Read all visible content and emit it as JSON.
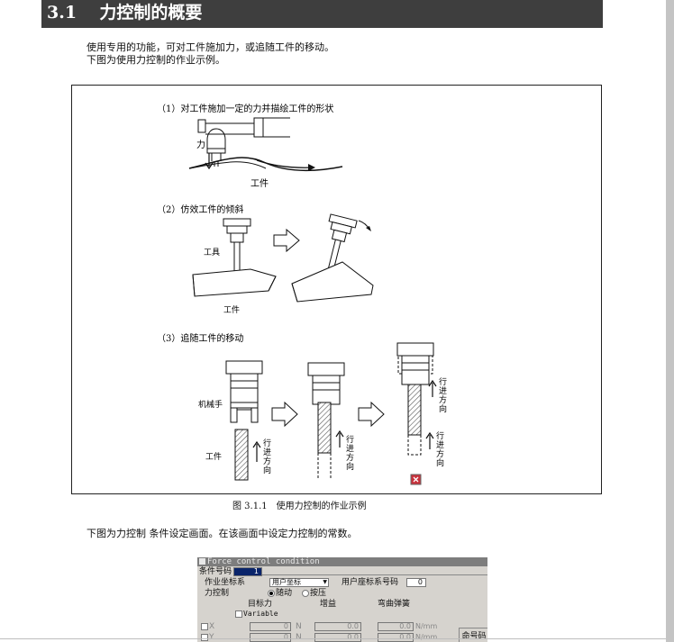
{
  "section": {
    "number": "3.1",
    "title": "力控制的概要"
  },
  "intro": [
    "使用专用的功能，可对工件施加力，或追随工件的移动。",
    "下图为使用力控制的作业示例。"
  ],
  "figure": {
    "ex1_title": "（1）对工件施加一定的力并描绘工件的形状",
    "ex1_force": "力",
    "ex1_workpiece": "工件",
    "ex2_title": "（2）仿效工件的倾斜",
    "ex2_tool": "工具",
    "ex2_workpiece": "工件",
    "ex3_title": "（3）追随工件的移动",
    "ex3_robot": "机械手",
    "ex3_workpiece": "工件",
    "direction_chars": [
      "行",
      "进",
      "方",
      "向"
    ],
    "caption": "图 3.1.1　使用力控制的作业示例"
  },
  "para2": "下图为力控制 条件设定画面。在该画面中设定力控制的常数。",
  "dialog": {
    "title": "Force control condition",
    "cond_no_label": "条件号码",
    "cond_no_value": "1",
    "coord_label": "作业坐标系",
    "coord_value": "用户坐标",
    "user_coord_label": "用户座标系号码",
    "user_coord_value": "0",
    "force_ctrl_label": "力控制",
    "radio_follow": "随动",
    "radio_press": "按压",
    "target_force": "目标力",
    "gain": "增益",
    "spring": "弯曲弹簧",
    "variable": "Variable",
    "rows": [
      {
        "axis": "X",
        "force": "0",
        "unit": "N",
        "gain": "0.0",
        "spring": "0.0",
        "spring_unit": "N/mm"
      },
      {
        "axis": "Y",
        "force": "0",
        "unit": "N",
        "gain": "0.0",
        "spring": "0.0",
        "spring_unit": "N/mm"
      }
    ],
    "button": "命号码"
  },
  "colors": {
    "header_bg": "#3e3e3e",
    "dialog_bg": "#d6d3ce",
    "alert_icon": "#c8323c"
  }
}
